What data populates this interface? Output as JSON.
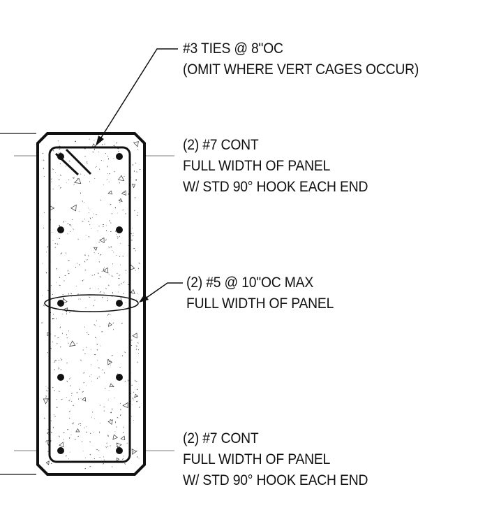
{
  "callouts": {
    "ties": {
      "line1": "#3 TIES @ 8\"OC",
      "line2": "(OMIT WHERE VERT CAGES OCCUR)"
    },
    "top_bars": {
      "line1": "(2) #7 CONT",
      "line2": "FULL WIDTH OF PANEL",
      "line3": "W/ STD 90° HOOK EACH END"
    },
    "mid_bars": {
      "line1": "(2) #5 @ 10\"OC MAX",
      "line2": "FULL WIDTH OF PANEL"
    },
    "bottom_bars": {
      "line1": "(2) #7 CONT",
      "line2": "FULL WIDTH OF PANEL",
      "line3": "W/ STD 90° HOOK EACH END"
    }
  },
  "colors": {
    "line": "#111111",
    "background": "#ffffff"
  }
}
